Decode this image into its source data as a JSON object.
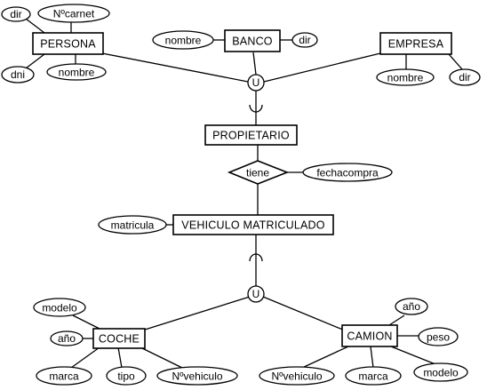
{
  "entities": {
    "persona": "PERSONA",
    "banco": "BANCO",
    "empresa": "EMPRESA",
    "propietario": "PROPIETARIO",
    "vehiculo": "VEHICULO MATRICULADO",
    "coche": "COCHE",
    "camion": "CAMION"
  },
  "relationships": {
    "tiene": "tiene"
  },
  "union_symbols": {
    "top": "U",
    "bottom": "U"
  },
  "attributes": {
    "persona_dir": "dir",
    "persona_ncarnet": "Nºcarnet",
    "persona_dni": "dni",
    "persona_nombre": "nombre",
    "banco_nombre": "nombre",
    "banco_dir": "dir",
    "empresa_nombre": "nombre",
    "empresa_dir": "dir",
    "tiene_fechacompra": "fechacompra",
    "vehiculo_matricula": "matricula",
    "coche_modelo": "modelo",
    "coche_anio": "año",
    "coche_marca": "marca",
    "coche_tipo": "tipo",
    "coche_nvehiculo": "Nºvehiculo",
    "camion_anio": "año",
    "camion_peso": "peso",
    "camion_nvehiculo": "Nºvehiculo",
    "camion_marca": "marca",
    "camion_modelo": "modelo"
  }
}
